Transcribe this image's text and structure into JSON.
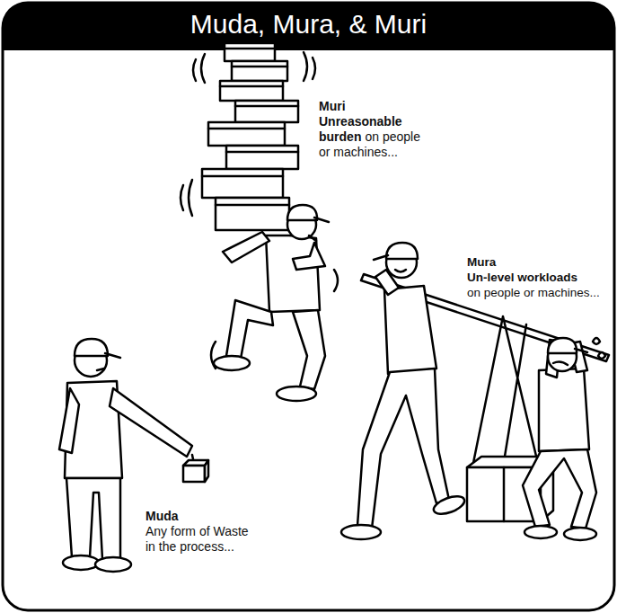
{
  "diagram": {
    "title": "Muda, Mura, & Muri",
    "labels": [
      "Muri",
      "Unreasonable burden",
      "on people or machines...",
      "Mura",
      "Un-level workloads",
      "on people or machines...",
      "Muda",
      "Any form of Waste in the process..."
    ]
  }
}
